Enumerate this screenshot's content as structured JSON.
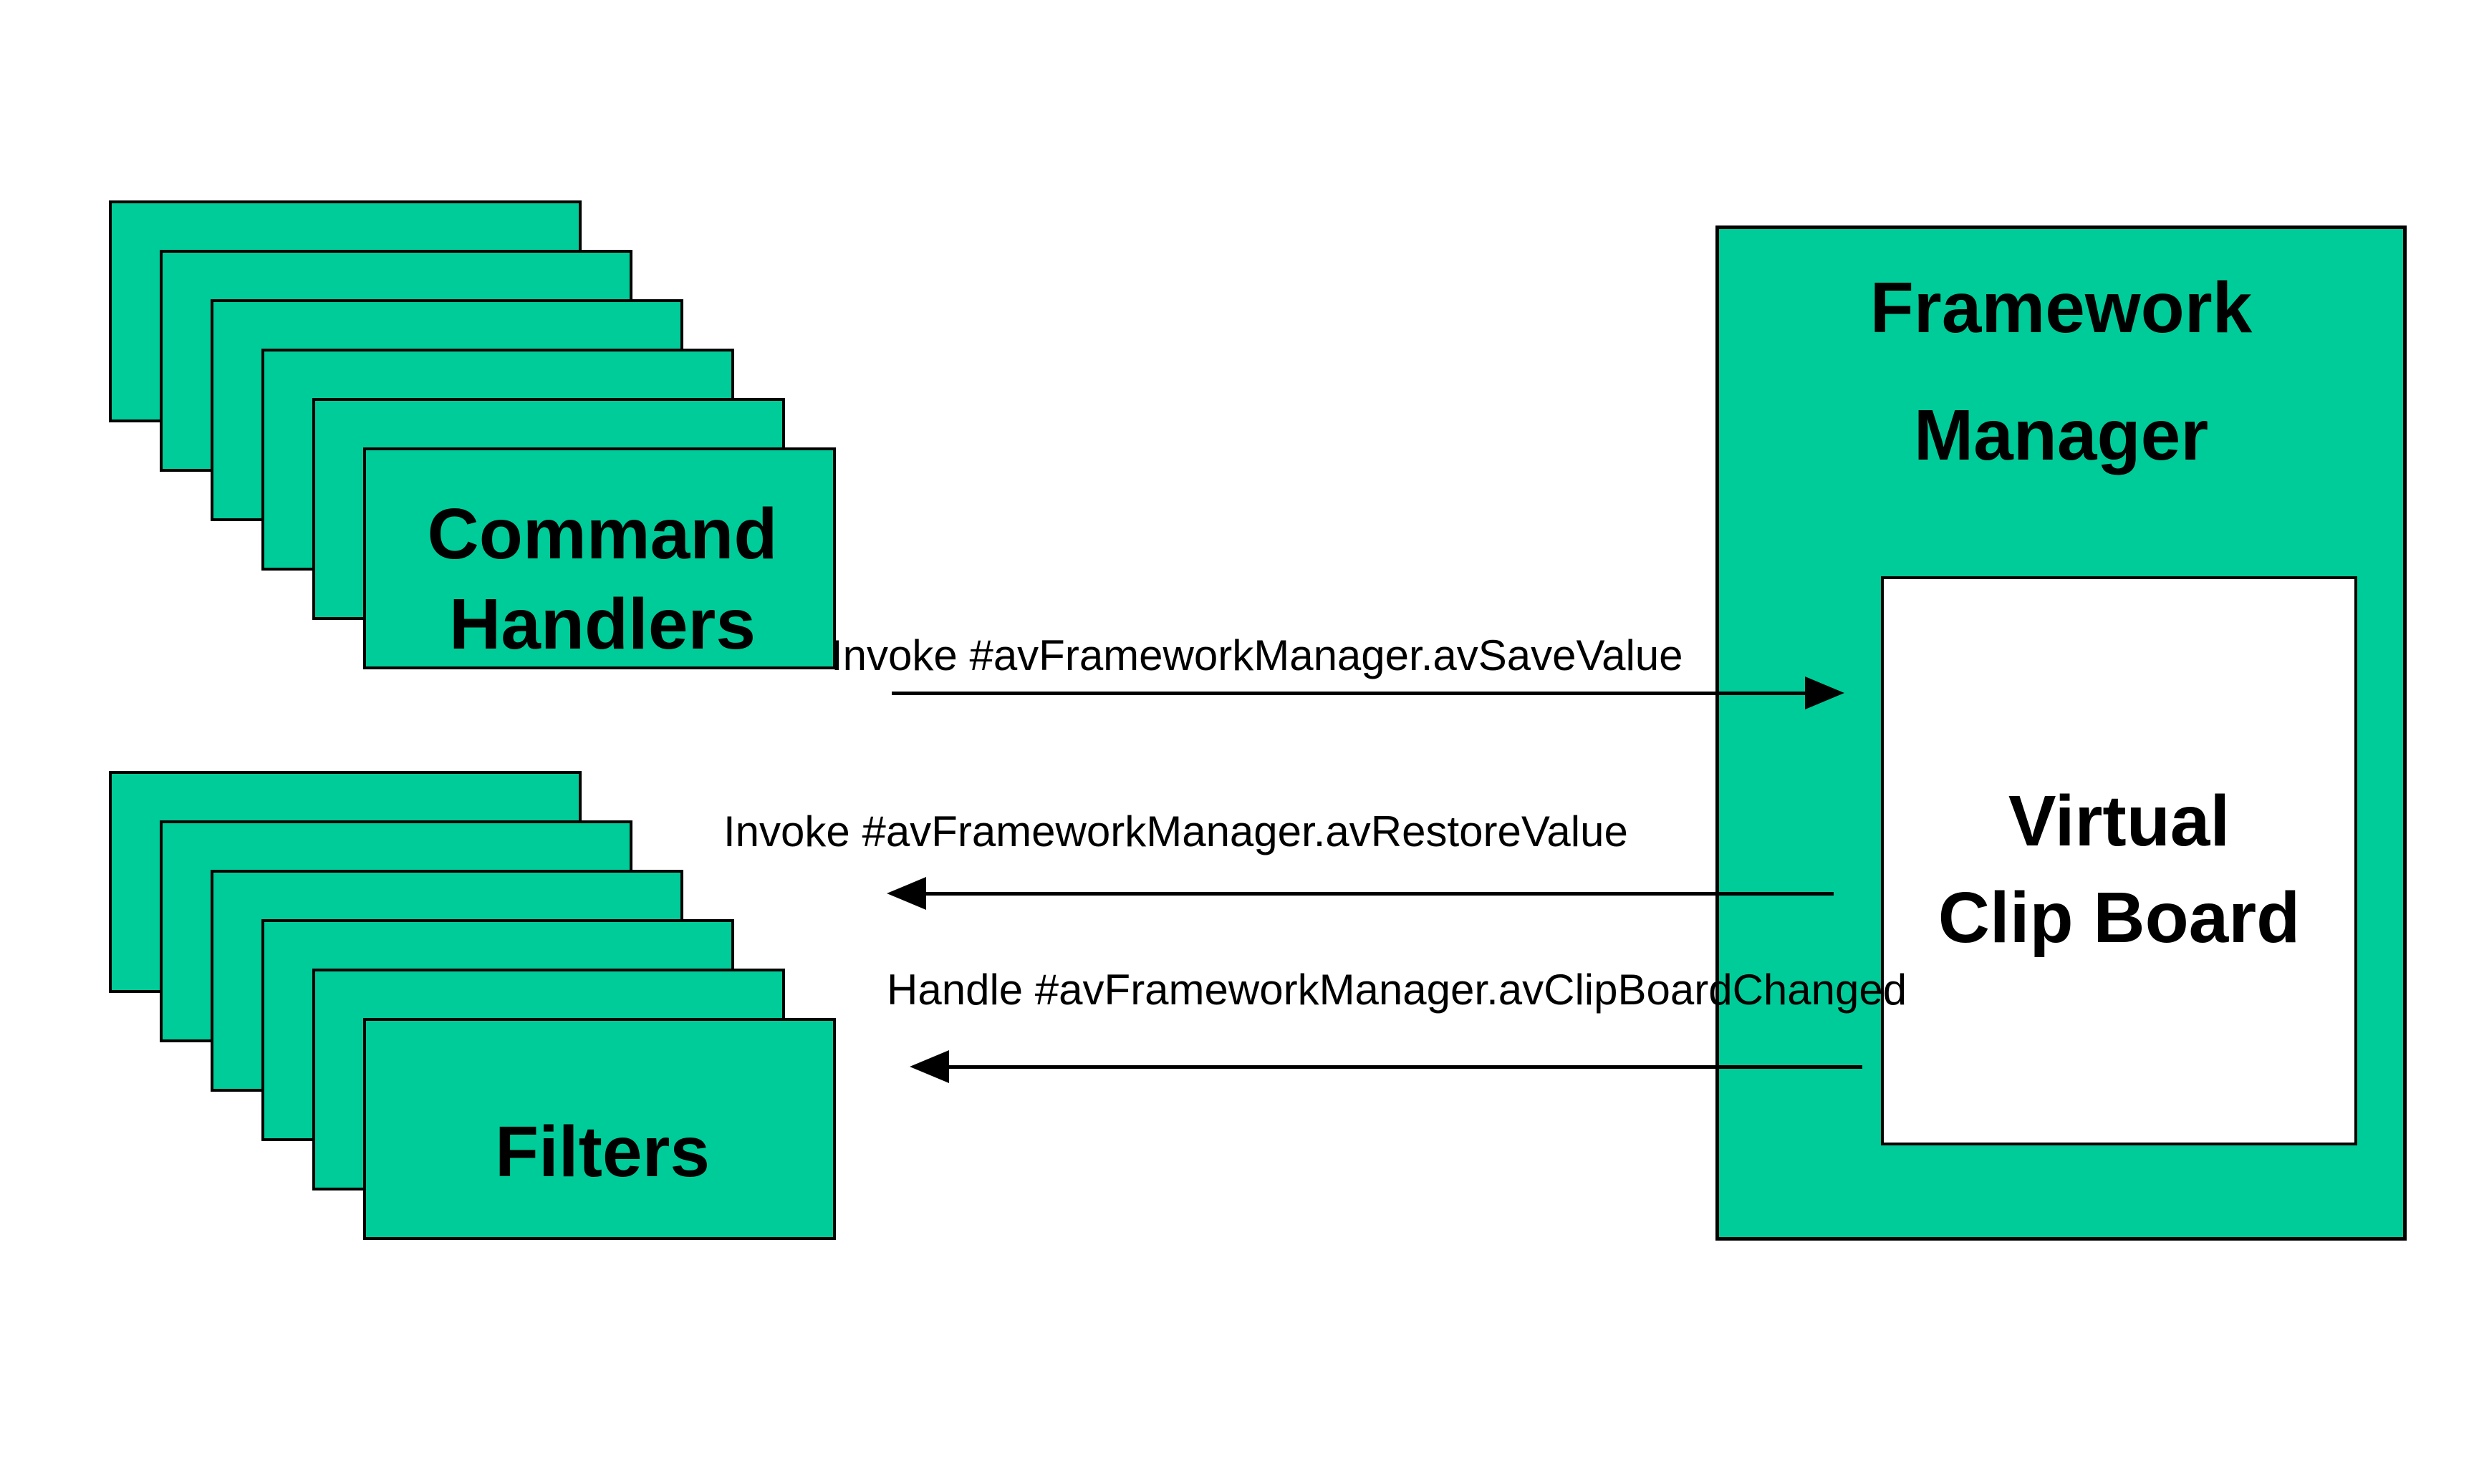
{
  "diagram": {
    "colors": {
      "accent_green": "#00cc99",
      "border": "#000000",
      "background": "#ffffff",
      "text": "#000000"
    },
    "command_stack": {
      "layer_count": 6,
      "label_line1": "Command",
      "label_line2": "Handlers"
    },
    "filter_stack": {
      "layer_count": 6,
      "label": "Filters"
    },
    "framework_box": {
      "title_line1": "Framework",
      "title_line2": "Manager"
    },
    "clipboard_box": {
      "label_line1": "Virtual",
      "label_line2": "Clip Board"
    },
    "arrows": [
      {
        "label": "Invoke #avFrameworkManager.avSaveValue",
        "direction": "right"
      },
      {
        "label": "Invoke #avFrameworkManager.avRestoreValue",
        "direction": "left"
      },
      {
        "label": "Handle #avFrameworkManager.avClipBoardChanged",
        "direction": "left"
      }
    ]
  }
}
